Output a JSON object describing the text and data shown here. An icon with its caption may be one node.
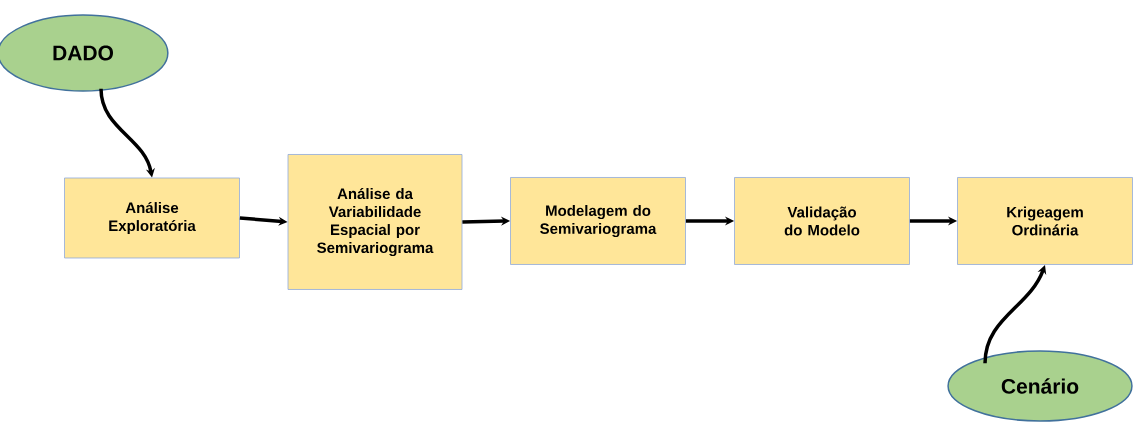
{
  "diagram": {
    "nodes": [
      {
        "text": [
          "DADO"
        ]
      },
      {
        "text": [
          "Análise Exploratória"
        ]
      },
      {
        "text": [
          "Análise da Variabilidade Espacial por Semivariograma"
        ]
      },
      {
        "text": [
          "Modelagem do Semivariograma"
        ]
      },
      {
        "text": [
          "Validação do Modelo"
        ]
      },
      {
        "text": [
          "Krigeagem Ordinária"
        ]
      },
      {
        "text": [
          "Cenário"
        ]
      }
    ],
    "edges": [
      {
        "from": 0,
        "to": 1,
        "arrow": "to"
      },
      {
        "from": 1,
        "to": 2,
        "arrow": "to"
      },
      {
        "from": 2,
        "to": 3,
        "arrow": "to"
      },
      {
        "from": 3,
        "to": 4,
        "arrow": "to"
      },
      {
        "from": 4,
        "to": 5,
        "arrow": "to"
      },
      {
        "from": 6,
        "to": 5,
        "arrow": "to"
      }
    ]
  }
}
